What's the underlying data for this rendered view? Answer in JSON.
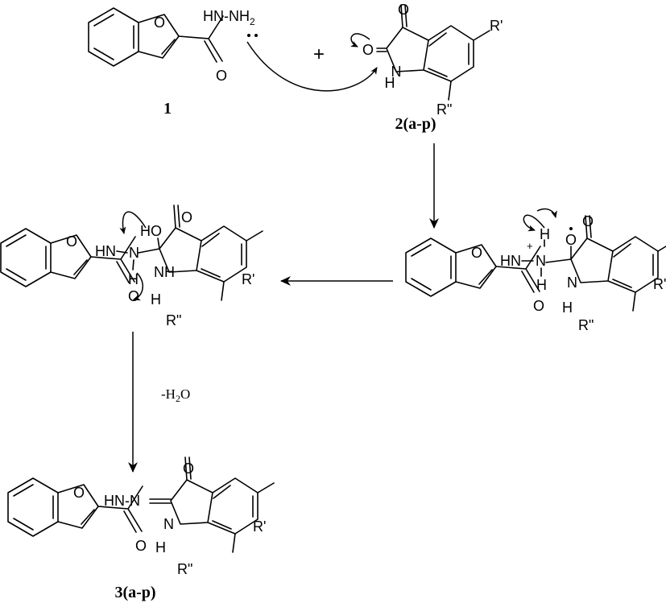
{
  "atoms": {
    "o": "O",
    "n": "N",
    "h": "H",
    "hn": "HN",
    "ho": "HO",
    "nh": "NH",
    "hn_n": "HN-N",
    "r1": "R'",
    "r2": "R\"",
    "plus_charge": "+"
  },
  "compound_1": {
    "label": "1",
    "hydrazide": "HN-NH",
    "h2_sub": "2"
  },
  "plus_sign": "+",
  "compound_2": {
    "label": "2(a-p)"
  },
  "compound_3": {
    "label": "3(a-p)",
    "linker": "HN-N"
  },
  "condition": {
    "prefix": "-H",
    "sub": "2",
    "suffix": "O"
  }
}
